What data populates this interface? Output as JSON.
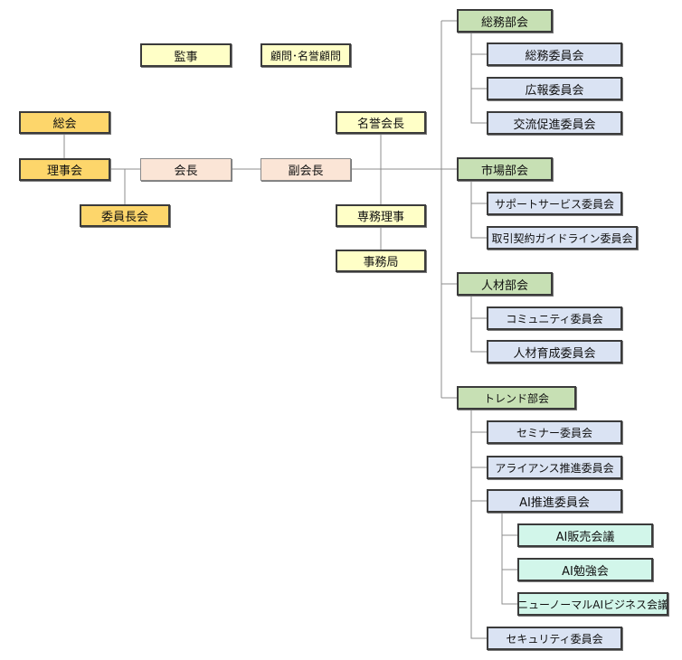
{
  "top": {
    "auditor": "監事",
    "advisors": "顧問･名誉顧問"
  },
  "left": {
    "general_assembly": "総会",
    "board": "理事会",
    "committee_chairs": "委員長会"
  },
  "center": {
    "president": "会長",
    "vice_president": "副会長",
    "honorary_president": "名誉会長",
    "executive_director": "専務理事",
    "secretariat": "事務局"
  },
  "departments": {
    "general_affairs": {
      "label": "総務部会",
      "committees": [
        "総務委員会",
        "広報委員会",
        "交流促進委員会"
      ]
    },
    "market": {
      "label": "市場部会",
      "committees": [
        "サポートサービス委員会",
        "取引契約ガイドライン委員会"
      ]
    },
    "human_resources": {
      "label": "人材部会",
      "committees": [
        "コミュニティ委員会",
        "人材育成委員会"
      ]
    },
    "trend": {
      "label": "トレンド部会",
      "committees": [
        "セミナー委員会",
        "アライアンス推進委員会",
        "AI推進委員会",
        "セキュリティ委員会"
      ],
      "ai_meetings": [
        "AI販売会議",
        "AI勉強会",
        "ニューノーマルAIビジネス会議"
      ]
    }
  },
  "colors": {
    "lines": "#8c8c8c",
    "border": "#3b3b3b",
    "gold": "#fdd66b",
    "yellow": "#ffffc7",
    "peach": "#fbe5d6",
    "green": "#c7e0b4",
    "blue": "#dae3f3",
    "mint": "#d2f6ea"
  }
}
